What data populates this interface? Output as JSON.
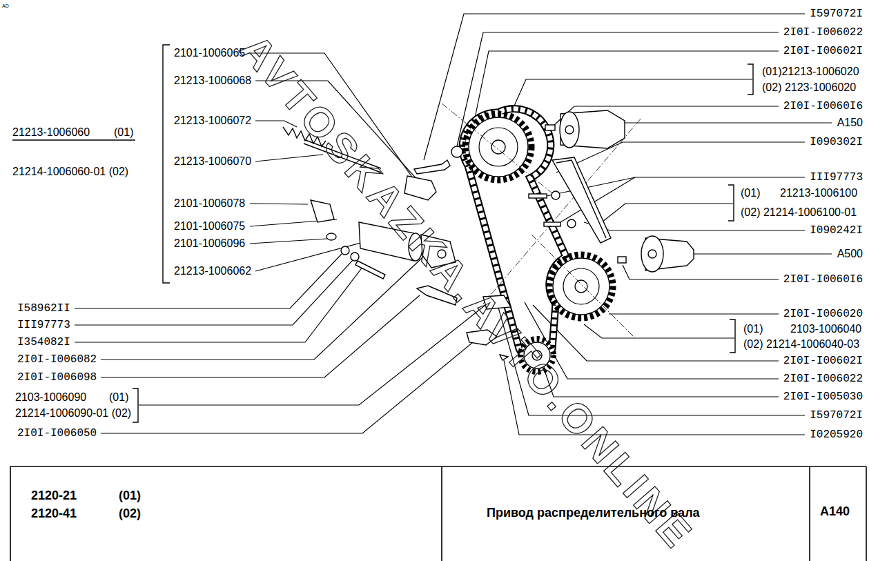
{
  "diagram": {
    "title": "Привод распределительного вала",
    "labels": [
      "AD",
      "AVTOSKAZKA.AVTO.ONLINE",
      "2101-1006065",
      "21213-1006068",
      "21213-1006072",
      "21213-1006070",
      "21213-1006060",
      "(01)",
      "21214-1006060-01 (02)",
      "2101-1006078",
      "2101-1006075",
      "2101-1006096",
      "21213-1006062",
      "I58962II",
      "III97773",
      "I354082I",
      "2I0I-I006082",
      "2I0I-I006098",
      "2103-1006090",
      "(01)",
      "21214-1006090-01 (02)",
      "2I0I-I006050",
      "I597072I",
      "2I0I-I006022",
      "2I0I-I00602I",
      "(01)21213-1006020",
      "(02) 2123-1006020",
      "2I0I-I0060I6",
      "A150",
      "I090302I",
      "III97773",
      "(01)",
      "21213-1006100",
      "(02) 21214-1006100-01",
      "I090242I",
      "A500",
      "2I0I-I0060I6",
      "2I0I-I006020",
      "(01)",
      "2103-1006040",
      "(02) 21214-1006040-03",
      "2I0I-I00602I",
      "2I0I-I006022",
      "2I0I-I005030",
      "I597072I",
      "I0205920",
      "2120-21",
      "(01)",
      "2120-41",
      "(02)",
      "A140"
    ]
  }
}
